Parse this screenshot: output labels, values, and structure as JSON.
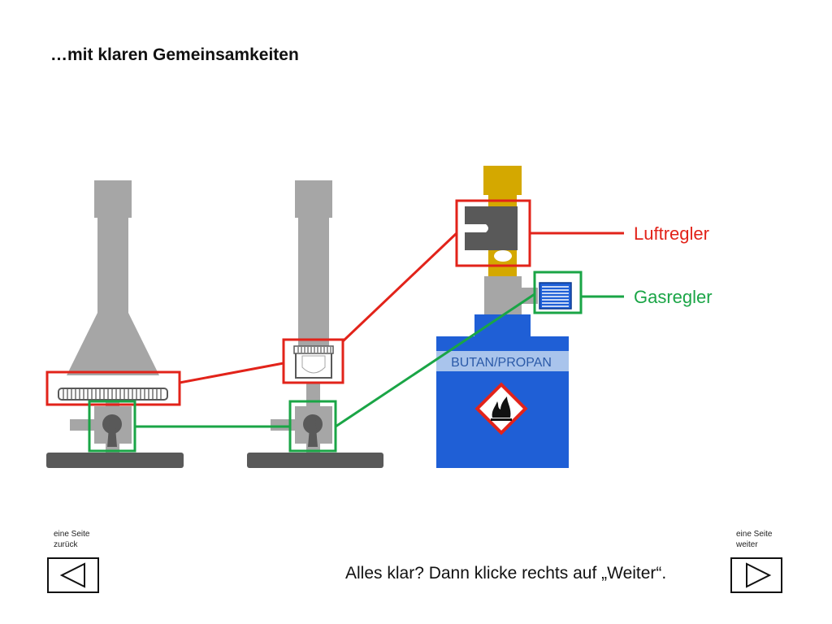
{
  "title": "…mit klaren Gemeinsamkeiten",
  "labels": {
    "air_regulator": "Luftregler",
    "gas_regulator": "Gasregler",
    "cartridge": "BUTAN/PROPAN"
  },
  "colors": {
    "air_highlight": "#e2231a",
    "gas_highlight": "#1aa546",
    "burner_gray": "#a6a6a6",
    "base_dark": "#595959",
    "cartridge_blue": "#1f5fd6",
    "tube_yellow": "#d4a800"
  },
  "navigation": {
    "back": {
      "line1": "eine Seite",
      "line2": "zurück",
      "icon": "triangle-left-icon"
    },
    "next": {
      "line1": "eine Seite",
      "line2": "weiter",
      "icon": "triangle-right-icon"
    }
  },
  "instruction": "Alles klar? Dann klicke rechts auf „Weiter“."
}
